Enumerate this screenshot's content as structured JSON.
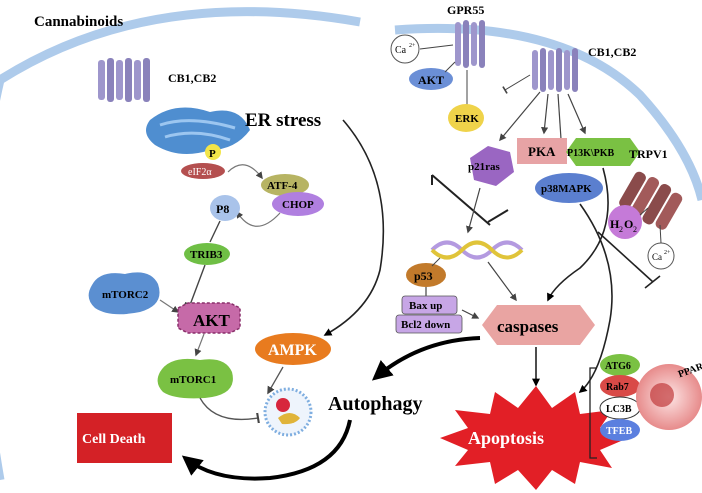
{
  "labels": {
    "cannabinoids": "Cannabinoids",
    "cb1cb2_left": "CB1,CB2",
    "gpr55": "GPR55",
    "cb1cb2_right": "CB1,CB2",
    "trpv1": "TRPV1",
    "er_stress": "ER stress",
    "p": "P",
    "eif2a": "eIF2α",
    "atf4": "ATF-4",
    "chop": "CHOP",
    "p8": "P8",
    "trib3": "TRIB3",
    "mtorc2": "mTORC2",
    "akt_main": "AKT",
    "mtorc1": "mTORC1",
    "ampk": "AMPK",
    "cell_death": "Cell Death",
    "autophagy": "Autophagy",
    "ca_left": "Ca",
    "ca_left_sup": "2+",
    "akt_small": "AKT",
    "erk": "ERK",
    "pka": "PKA",
    "pi3k": "P13K\\PKB",
    "p21ras": "p21ras",
    "p38mapk": "p38MAPK",
    "h2o2_h": "H",
    "h2o2_sub": "2",
    "h2o2_o": "O",
    "ca_right": "Ca",
    "ca_right_sup": "2+",
    "p53": "p53",
    "bax_up": "Bax up",
    "bcl2_down": "Bcl2 down",
    "caspases": "caspases",
    "apoptosis": "Apoptosis",
    "atg6": "ATG6",
    "rab7": "Rab7",
    "lc3b": "LC3B",
    "tfeb": "TFEB",
    "ppar": "PPAR"
  },
  "colors": {
    "membrane": "#a9c9ec",
    "receptor": "#9e96cc",
    "trpv1": "#8a4b4b",
    "er": "#4f8ed0",
    "yellow": "#efd34a",
    "purple": "#c7a6e6",
    "pink": "#e7a3a5",
    "green": "#7ac143",
    "blue_node": "#6b8fd6",
    "red_box": "#d42126",
    "magenta": "#c5429a",
    "orange": "#e87b1f"
  }
}
